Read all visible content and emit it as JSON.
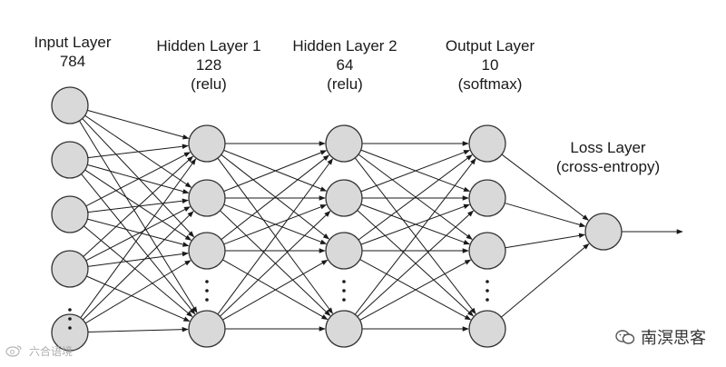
{
  "colors": {
    "node_fill": "#d9d9d9",
    "node_stroke": "#333333",
    "edge": "#1a1a1a",
    "text": "#1a1a1a"
  },
  "layers": [
    {
      "id": "input",
      "name": "Input Layer",
      "size": "784",
      "activation": "",
      "nodes": 5,
      "ellipsis_after": 4
    },
    {
      "id": "hidden1",
      "name": "Hidden Layer 1",
      "size": "128",
      "activation": "(relu)",
      "nodes": 4,
      "ellipsis_after": 3
    },
    {
      "id": "hidden2",
      "name": "Hidden Layer 2",
      "size": "64",
      "activation": "(relu)",
      "nodes": 4,
      "ellipsis_after": 3
    },
    {
      "id": "output",
      "name": "Output Layer",
      "size": "10",
      "activation": "(softmax)",
      "nodes": 4,
      "ellipsis_after": 3
    }
  ],
  "loss": {
    "name": "Loss Layer",
    "activation": "(cross-entropy)"
  },
  "ellipsis_glyph": "⋮",
  "watermark": {
    "right": "南溟思客",
    "right_icon": "wechat-icon",
    "left": "六合语境",
    "left_icon": "weibo-icon"
  }
}
